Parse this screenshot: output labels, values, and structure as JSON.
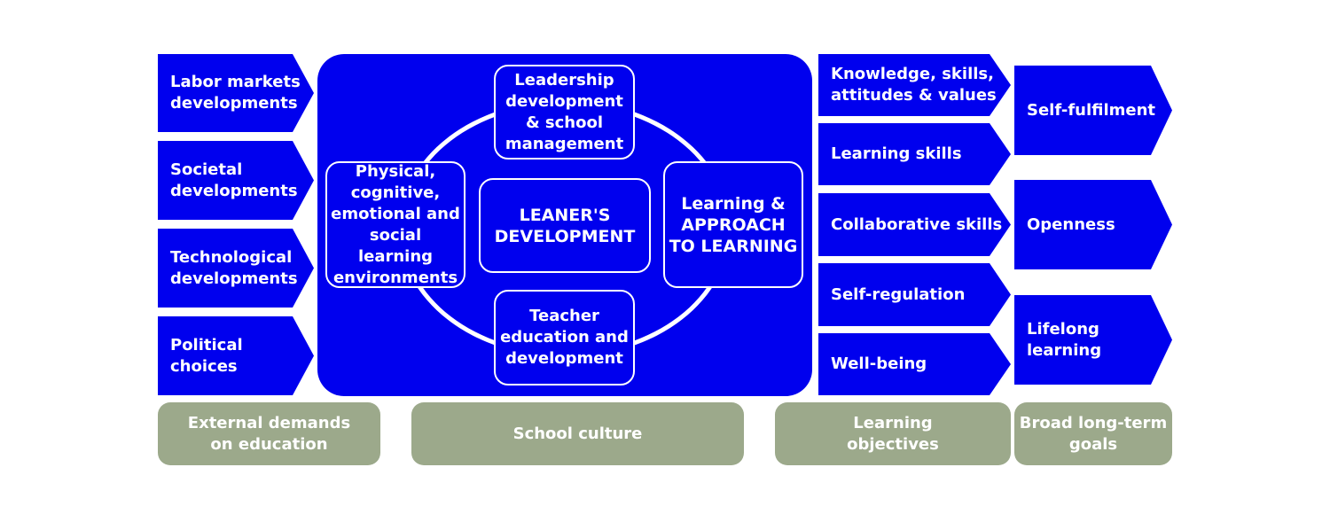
{
  "external_demands": [
    "Labor markets developments",
    "Societal developments",
    "Technological developments",
    "Political choices"
  ],
  "school_culture": {
    "top": "Leadership development & school management",
    "left": "Physical, cognitive, emotional and social learning environments",
    "center": "LEANER'S DEVELOPMENT",
    "right": "Learning & APPROACH TO LEARNING",
    "bottom": "Teacher education and development"
  },
  "learning_objectives": [
    "Knowledge, skills, attitudes & values",
    "Learning skills",
    "Collaborative skills",
    "Self-regulation",
    "Well-being"
  ],
  "long_term_goals": [
    "Self-fulfilment",
    "Openness",
    "Lifelong learning"
  ],
  "bottom_labels": {
    "external": "External demands on education",
    "school": "School culture",
    "objectives": "Learning objectives",
    "goals": "Broad long-term goals"
  },
  "colors": {
    "primary_blue": "#0000ee",
    "label_gray": "#9ca98b",
    "text": "#ffffff"
  }
}
